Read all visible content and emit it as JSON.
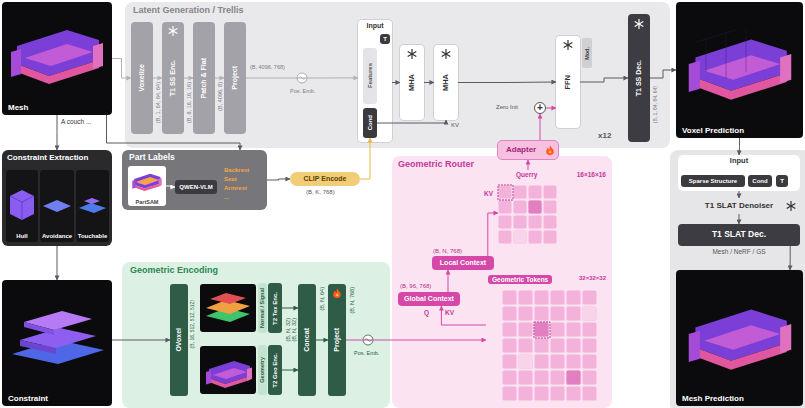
{
  "diagram": {
    "nodes": [
      {
        "text": [
          "Latent Generation / Trellis"
        ]
      },
      {
        "text": [
          "Mesh"
        ]
      },
      {
        "text": [
          "Voxelize"
        ],
        "in": 0
      },
      {
        "text": [
          "T1 SS Enc."
        ],
        "in": 0
      },
      {
        "text": [
          "Patch & Flat"
        ],
        "in": 0
      },
      {
        "text": [
          "Project"
        ],
        "in": 0
      },
      {
        "text": [
          "Input"
        ],
        "in": 0
      },
      {
        "text": [
          "T"
        ],
        "in": 6
      },
      {
        "text": [
          "Features"
        ],
        "in": 6
      },
      {
        "text": [
          "Cond"
        ],
        "in": 6
      },
      {
        "text": [
          "MHA"
        ],
        "in": 0
      },
      {
        "text": [
          "MHA"
        ],
        "in": 0
      },
      {
        "text": [
          "+"
        ],
        "in": 0
      },
      {
        "text": [
          "FFN"
        ],
        "in": 0
      },
      {
        "text": [
          "Mod."
        ],
        "in": 0
      },
      {
        "text": [
          "T1 SS Dec."
        ],
        "in": 0
      },
      {
        "text": [
          "Voxel Prediction"
        ]
      },
      {
        "text": [
          "Constraint Extraction"
        ]
      },
      {
        "text": [
          "Hull"
        ],
        "in": 17
      },
      {
        "text": [
          "Avoidance"
        ],
        "in": 17
      },
      {
        "text": [
          "Touchable"
        ],
        "in": 17
      },
      {
        "text": [
          "Part Labels"
        ]
      },
      {
        "text": [
          "PartSAM"
        ],
        "in": 21
      },
      {
        "text": [
          "QWEN-VLM"
        ],
        "in": 21
      },
      {
        "text": [
          "CLIP Encode"
        ]
      },
      {
        "text": [
          "Constraint"
        ]
      },
      {
        "text": [
          "Geometric Encoding"
        ]
      },
      {
        "text": [
          "OVoxel"
        ],
        "in": 26
      },
      {
        "text": [
          "Normal / Signal"
        ],
        "in": 26
      },
      {
        "text": [
          "T2 Tex Enc."
        ],
        "in": 26
      },
      {
        "text": [
          "Geometry"
        ],
        "in": 26
      },
      {
        "text": [
          "T2 Geo Enc."
        ],
        "in": 26
      },
      {
        "text": [
          "Concat"
        ],
        "in": 26
      },
      {
        "text": [
          "Project"
        ],
        "in": 26
      },
      {
        "text": [
          "Geometric Router"
        ]
      },
      {
        "text": [
          "Querry",
          "16×16×16"
        ],
        "in": 34
      },
      {
        "text": [
          "Local Context"
        ],
        "in": 34
      },
      {
        "text": [
          "Global Context"
        ],
        "in": 34
      },
      {
        "text": [
          "Geometric Tokens",
          "32×32×32"
        ],
        "in": 34
      },
      {
        "text": [
          "Adapter"
        ]
      },
      {
        "text": [
          "Input"
        ]
      },
      {
        "text": [
          "Sparse Structure"
        ],
        "in": 40
      },
      {
        "text": [
          "Cond"
        ],
        "in": 40
      },
      {
        "text": [
          "T"
        ],
        "in": 40
      },
      {
        "text": [
          "T1 SLAT Denoiser"
        ]
      },
      {
        "text": [
          "T1 SLAT Dec.",
          "Mesh / NeRF / GS"
        ]
      },
      {
        "text": [
          "Mesh Prediction"
        ]
      }
    ],
    "edges": [
      {
        "from": 1,
        "to": 17,
        "arrow": "to"
      },
      {
        "from": 1,
        "to": 21,
        "arrow": "to"
      },
      {
        "from": 17,
        "to": 25,
        "arrow": "to"
      },
      {
        "from": 25,
        "to": 27,
        "arrow": "to"
      },
      {
        "from": 22,
        "to": 23,
        "arrow": "to"
      },
      {
        "from": 21,
        "to": 24,
        "arrow": "to"
      },
      {
        "from": 24,
        "to": 9,
        "arrow": "to"
      },
      {
        "from": 1,
        "to": 2,
        "arrow": "to"
      },
      {
        "from": 2,
        "to": 3,
        "arrow": "to"
      },
      {
        "from": 3,
        "to": 4,
        "arrow": "to"
      },
      {
        "from": 4,
        "to": 5,
        "arrow": "to"
      },
      {
        "from": 5,
        "to": 6,
        "arrow": "to"
      },
      {
        "from": 6,
        "to": 10,
        "arrow": "to"
      },
      {
        "from": 10,
        "to": 11,
        "arrow": "to"
      },
      {
        "from": 9,
        "to": 11,
        "arrow": "to"
      },
      {
        "from": 11,
        "to": 13,
        "arrow": "to"
      },
      {
        "from": 12,
        "to": 13,
        "arrow": "to"
      },
      {
        "from": 13,
        "to": 15,
        "arrow": "to"
      },
      {
        "from": 15,
        "to": 16,
        "arrow": "to"
      },
      {
        "from": 16,
        "to": 40,
        "arrow": "to"
      },
      {
        "from": 40,
        "to": 44,
        "arrow": "to"
      },
      {
        "from": 44,
        "to": 45,
        "arrow": "to"
      },
      {
        "from": 45,
        "to": 46,
        "arrow": "to"
      },
      {
        "from": 29,
        "to": 32,
        "arrow": "to"
      },
      {
        "from": 31,
        "to": 32,
        "arrow": "to"
      },
      {
        "from": 32,
        "to": 33,
        "arrow": "to"
      },
      {
        "from": 33,
        "to": 38,
        "arrow": "to"
      },
      {
        "from": 38,
        "to": 37,
        "arrow": "to"
      },
      {
        "from": 37,
        "to": 36,
        "arrow": "to"
      },
      {
        "from": 36,
        "to": 35,
        "arrow": "to"
      },
      {
        "from": 35,
        "to": 39,
        "arrow": "to"
      },
      {
        "from": 39,
        "to": 12,
        "arrow": "to"
      }
    ],
    "labels": [
      "A couch ...",
      "(B, 1, 64, 64, 64)",
      "(B, 8, 16, 16, 16)",
      "(B, 4096, 8)",
      "(B, 4096, 768)",
      "Pos. Emb.",
      "KV",
      "Zero Init",
      "x12",
      "(B, 1, 64, 64, 64)",
      "Backrest",
      "Seat",
      "Armrest",
      "...",
      "(B, K, 768)",
      "(B, 16, 512, 512, 512)",
      "(B, N, 32)",
      "(B, N, 32)",
      "(B, N, 64)",
      "(B, N, 768)",
      "Pos. Emb.",
      "KV",
      "(B, N, 768)",
      "(B, 96, 768)",
      "Q",
      "KV"
    ]
  }
}
